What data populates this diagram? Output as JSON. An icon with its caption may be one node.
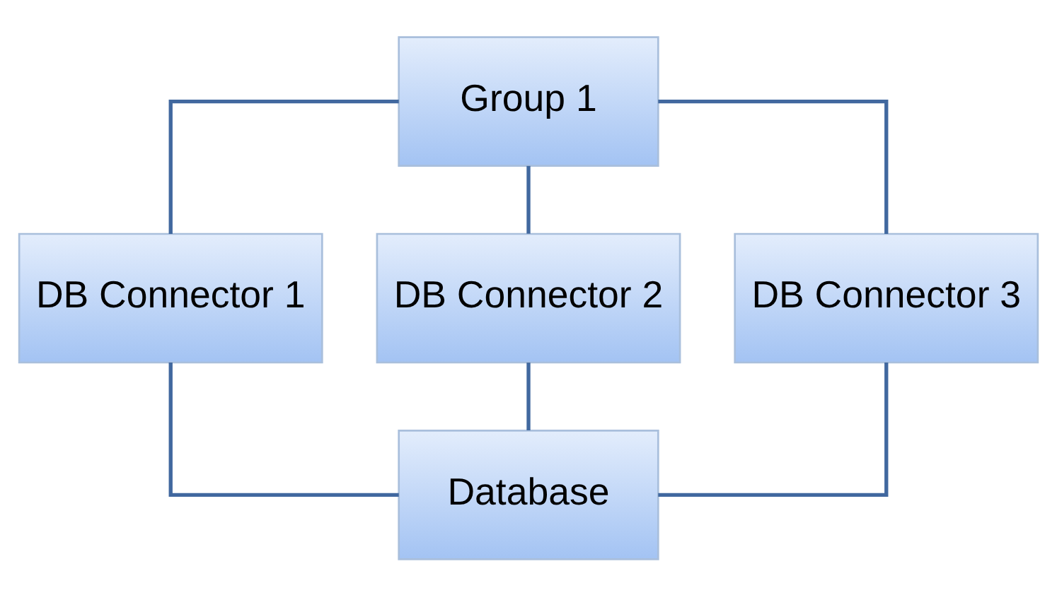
{
  "diagram": {
    "nodes": [
      {
        "text": [
          "Group 1"
        ]
      },
      {
        "text": [
          "DB Connector 1"
        ]
      },
      {
        "text": [
          "DB Connector 2"
        ]
      },
      {
        "text": [
          "DB Connector 3"
        ]
      },
      {
        "text": [
          "Database"
        ]
      }
    ],
    "edges": [
      {
        "from": 0,
        "to": 1,
        "arrow": "none"
      },
      {
        "from": 0,
        "to": 2,
        "arrow": "none"
      },
      {
        "from": 0,
        "to": 3,
        "arrow": "none"
      },
      {
        "from": 1,
        "to": 4,
        "arrow": "none"
      },
      {
        "from": 2,
        "to": 4,
        "arrow": "none"
      },
      {
        "from": 3,
        "to": 4,
        "arrow": "none"
      }
    ]
  }
}
